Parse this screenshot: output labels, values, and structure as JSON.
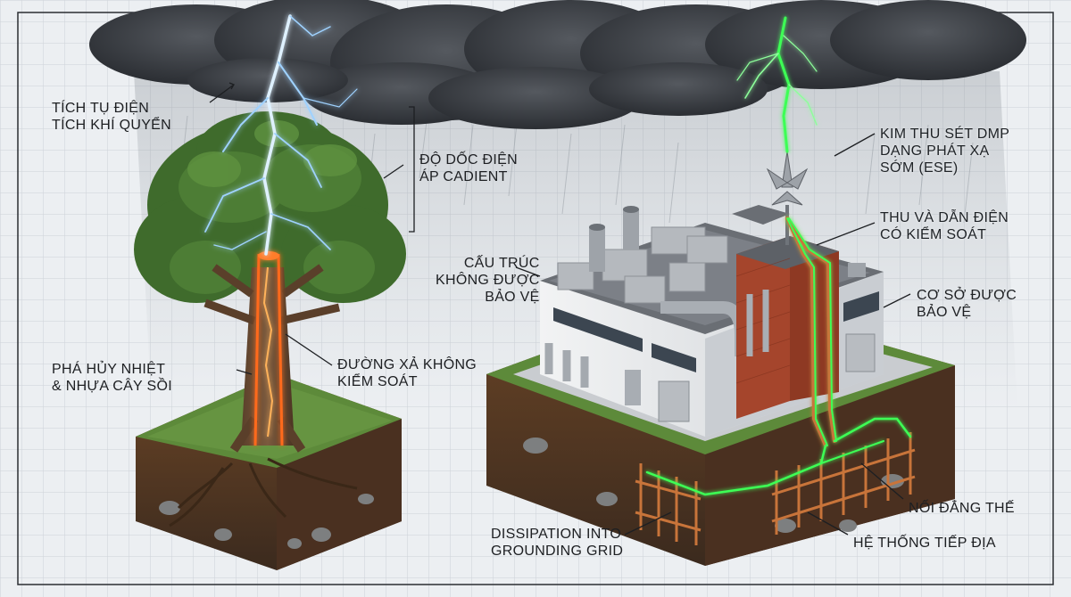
{
  "labels": {
    "atmospheric_charge": [
      "TÍCH TỤ ĐIỆN",
      "TÍCH KHÍ QUYỂN"
    ],
    "voltage_gradient": [
      "ĐỘ DỐC ĐIỆN",
      "ÁP CADIENT"
    ],
    "thermal_damage": [
      "PHÁ HỦY NHIỆT",
      "& NHỰA CÂY SỒI"
    ],
    "uncontrolled_discharge": [
      "ĐƯỜNG XẢ KHÔNG",
      "KIỂM SOÁT"
    ],
    "unprotected_structure": [
      "CẤU TRÚC",
      "KHÔNG ĐƯỢC",
      "BẢO VỆ"
    ],
    "ese_rod": [
      "KIM THU SÉT DMP",
      "DẠNG PHÁT XẠ",
      "SỚM (ESE)"
    ],
    "controlled_conduction": [
      "THU VÀ DẪN ĐIỆN",
      "CÓ KIỂM SOÁT"
    ],
    "protected_facility": [
      "CƠ SỞ ĐƯỢC",
      "BẢO VỆ"
    ],
    "equipotential_bonding": [
      "NỐI ĐẲNG THẾ"
    ],
    "grounding_system": [
      "HỆ THỐNG TIẾP ĐỊA"
    ],
    "dissipation": [
      "DISSIPATION INTO",
      "GROUNDING GRID"
    ]
  },
  "colors": {
    "grid_line": "#c9ced4",
    "cloud": "#3b3e44",
    "lightning_blue": "#9fd2ff",
    "lightning_green": "#3dff55",
    "damage_orange": "#ff6a1a",
    "foliage": "#3f6b2c",
    "soil": "#5a3a22",
    "building_wall": "#e4e6e8",
    "brick": "#a5452c",
    "ground_rod": "#c8743a"
  }
}
